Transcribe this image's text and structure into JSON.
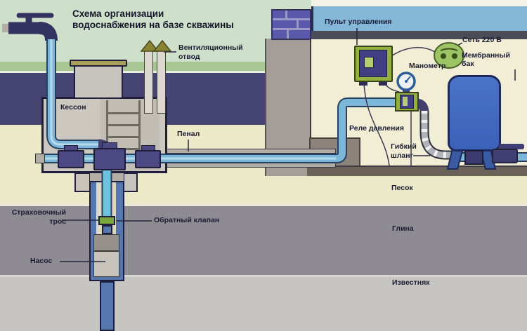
{
  "title": {
    "line1": "Схема организации",
    "line2": "водоснабжения на базе скважины"
  },
  "labels": {
    "vent_line1": "Вентиляционный",
    "vent_line2": "отвод",
    "caisson": "Кессон",
    "conduit": "Пенал",
    "control_panel": "Пульт управления",
    "power": "Сеть 220 В",
    "gauge": "Манометр",
    "tank_line1": "Мембранный",
    "tank_line2": "бак",
    "pressure_switch": "Реле давления",
    "hose_line1": "Гибкий",
    "hose_line2": "шланг",
    "soil_sand": "Песок",
    "soil_clay": "Глина",
    "soil_limestone": "Известняк",
    "safety_cable_line1": "Страховочный",
    "safety_cable_line2": "трос",
    "check_valve": "Обратный клапан",
    "pump": "Насос"
  },
  "colors": {
    "sky": "#cfe0ca",
    "grass": "#a9c795",
    "topsoil": "#454370",
    "sand": "#ece9c8",
    "clay": "#8f8b93",
    "limestone": "#c6c5c1",
    "pipe": "#7cb6d8",
    "pipe_outline": "#27415f",
    "fitting_navy": "#4b4884",
    "tank_blue": "#3e6cc0",
    "equipment_green": "#93b23d",
    "panel_navy": "#443f85",
    "house_band_blue": "#85b7d9",
    "interior_cream": "#f2eed6",
    "text": "#1b1b33"
  }
}
